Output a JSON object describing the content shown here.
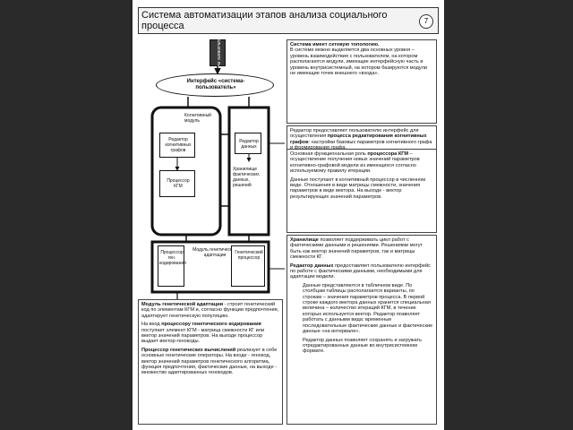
{
  "title": "Система автоматизации этапов анализа социального процесса",
  "page_number": "7",
  "diagram": {
    "user": "Пользовате ль",
    "interface": "Интерфейс «система-пользователь»",
    "cognitive_module": "Когнитивный модуль",
    "graph_editor": "Редактор когнитивных графов",
    "kgm_processor": "Процессор КГМ",
    "data_editor": "Редактор данных",
    "data_store": "Хранилище фактических данных, решений",
    "genetic_module": "Модуль генетической адаптации",
    "genetic_encoding_processor": "Процессор ген. кодирования",
    "genetic_processor": "Генетический процессор"
  },
  "text_blocks": {
    "topology": {
      "heading": "Система имеет сетевую топологию.",
      "body": "В системе можно выделяется два основных уровня – уровень взаимодействия с пользователем, на котором располагаются модули, имеющие интерфейсную часть и уровень внутрисистемный, на котором базируются модули не имеющие точек внешнего «входа»."
    },
    "editor": {
      "lead": "Редактор предоставляет пользователю интерфейс для осуществления ",
      "bold": "процесса редактирования когнитивных графов",
      "tail": ": настройки базовых параметров когнитивного графа и формирования графа."
    },
    "processor": {
      "lead": "Основная функциональная роль ",
      "bold": "процессора КГМ",
      "tail": " – осуществление получения новых значений параметров когнитивно-графовой модели из имеющихся согласно используемому правилу итерации.",
      "p2": "Данные поступают в когнитивный процессор в численном виде. Отношения в виде матрицы смежности, значения параметров в виде вектора. На выходе - вектор результирующих значений параметров."
    },
    "store": {
      "bold": "Хранилище",
      "tail": " позволяет поддерживать цикл работ с фактическими данными и решениями. Решениями могут быть как вектор значений параметров, так и матрицы смежности КГ.",
      "p2_bold": "Редактор данных",
      "p2_tail": " предоставляет пользователю интерфейс по работе с фактическими данными, необходимыми для адаптации модели.",
      "p3": "Данные представляются в табличном виде. По столбцам таблицы располагаются варианты, по строкам – значения параметров процесса. В первой строке каждого вектора данных хранится специальная величина – количество итераций КГМ, в течение которых используется вектор. Редактор позволяет работать с данными вида: временные последовательные фактические данные и фактические данные «на интервале».",
      "p4": "Редактор данных позволяет сохранять и загружать отредактированные данные во внутрисистемном формате."
    },
    "genetic": {
      "p1_bold": "Модуль генетической адаптации",
      "p1_tail": " - строит генетический код по элементам КГМ и, согласно функции предпочтения, адаптирует генетическую популяцию.",
      "p2_lead": "На вход ",
      "p2_bold": "процессору генетического кодирования",
      "p2_tail": " поступает элемент КГМ - матрица смежности КГ или вектор значений параметров. На выходе процессор выдает вектор-генокоды.",
      "p3_bold": "Процессор генетических вычислений",
      "p3_tail": " реализует в себе основные генетические операторы. На входе - генокод, вектор значений параметров генетического алгоритма, функция предпочтения, фактические данные, на выходе - множество адаптированных генокодов."
    }
  }
}
